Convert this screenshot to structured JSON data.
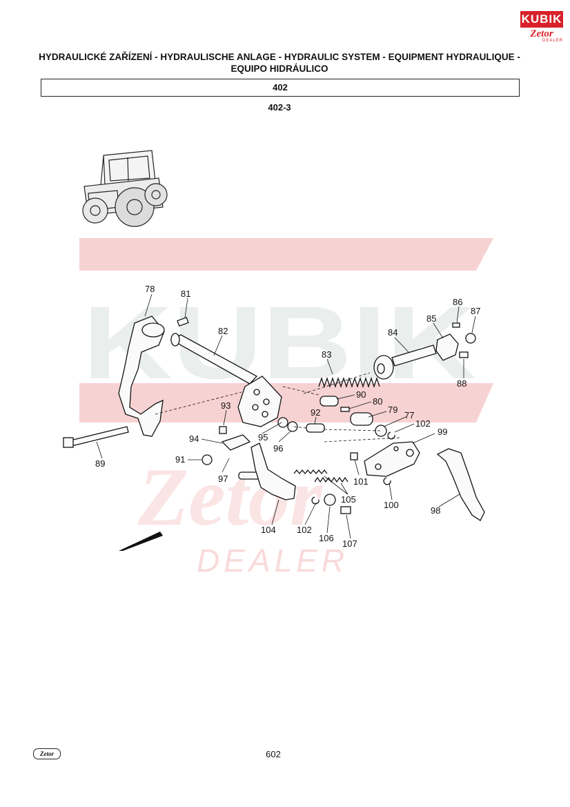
{
  "header": {
    "brand_main": "KUBIK",
    "brand_sub": "Zetor",
    "brand_tag": "DEALER",
    "title_line1": "HYDRAULICKÉ ZAŘÍZENÍ - HYDRAULISCHE ANLAGE - HYDRAULIC SYSTEM - EQUIPMENT HYDRAULIQUE -",
    "title_line2": "EQUIPO HIDRÁULICO",
    "group_code": "402",
    "sub_code": "402-3"
  },
  "watermark": {
    "main": "KUBIK",
    "brand": "Zetor",
    "tag": "DEALER"
  },
  "callouts": [
    "78",
    "81",
    "82",
    "84",
    "85",
    "86",
    "87",
    "88",
    "83",
    "90",
    "80",
    "79",
    "77",
    "102",
    "99",
    "93",
    "92",
    "94",
    "95",
    "96",
    "91",
    "97",
    "89",
    "101",
    "105",
    "100",
    "98",
    "104",
    "102",
    "106",
    "107"
  ],
  "footer": {
    "logo": "Zetor",
    "page_number": "602"
  }
}
